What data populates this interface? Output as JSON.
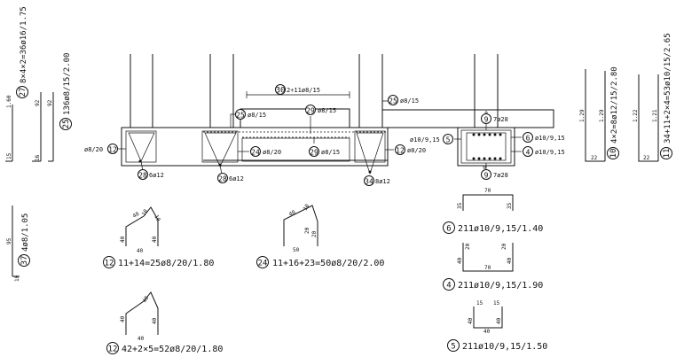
{
  "plan": {
    "top_label_num": "30",
    "top_label_text": "2÷11ø8/15",
    "tag_25a_num": "25",
    "tag_25a_text": "ø8/15",
    "tag_29a_num": "29",
    "tag_29a_text": "ø8/15",
    "tag_25b_num": "25",
    "tag_25b_text": "ø8/15",
    "tag_12a_num": "12",
    "tag_12a_text": "ø8/20",
    "tag_24_num": "24",
    "tag_24_text": "ø8/20",
    "tag_29b_num": "29",
    "tag_29b_text": "ø8/15",
    "tag_12b_num": "12",
    "tag_12b_text": "ø8/20",
    "tag_28a_num": "28",
    "tag_28a_text": "6ø12",
    "tag_28b_num": "28",
    "tag_28b_text": "6ø12",
    "tag_34_num": "34",
    "tag_34_text": "8ø12",
    "tag_9a_num": "9",
    "tag_9a_text": "7ø28",
    "tag_9b_num": "9",
    "tag_9b_text": "7ø28",
    "tag_5_num": "5",
    "tag_5_text": "ø10/9,15",
    "tag_6_num": "6",
    "tag_6_text": "ø10/9,15",
    "tag_4_num": "4",
    "tag_4_text": "ø10/9,15",
    "small_0a": "0",
    "small_0b": "0"
  },
  "vertical_labels": {
    "v27_num": "27",
    "v27_text": "8×4×2=36ø16/1.75",
    "v27_dims": [
      "1.60",
      "15"
    ],
    "v25_num": "25",
    "v25_text": "136ø8/15/2.00",
    "v25_dims": [
      "92",
      "92",
      "16"
    ],
    "v10_num": "10",
    "v10_text": "4×2=8ø12/15/2.80",
    "v10_dims": [
      "1.29",
      "1.29",
      "22"
    ],
    "v11_num": "11",
    "v11_text": "34+11+2×4=53ø10/15/2.65",
    "v11_dims": [
      "1.22",
      "1.21",
      "22"
    ],
    "v37_num": "37",
    "v37_text": "4ø8/1.05",
    "v37_dims": [
      "95",
      "10"
    ]
  },
  "details": {
    "d12a": {
      "num": "12",
      "label": "11+14=25ø8/20/1.80",
      "dims": [
        "40",
        "10",
        "40",
        "10",
        "40"
      ]
    },
    "d24": {
      "num": "24",
      "label": "11+16+23=50ø8/20/2.00",
      "dims": [
        "40",
        "10",
        "20",
        "20",
        "50"
      ]
    },
    "d12b": {
      "num": "12",
      "label": "42+2×5=52ø8/20/1.80",
      "dims": [
        "40",
        "40",
        "40",
        "40"
      ]
    },
    "d6": {
      "num": "6",
      "label": "211ø10/9,15/1.40",
      "dims": [
        "70",
        "35",
        "35"
      ]
    },
    "d4": {
      "num": "4",
      "label": "211ø10/9,15/1.90",
      "dims": [
        "40",
        "20",
        "40",
        "20",
        "70"
      ]
    },
    "d5": {
      "num": "5",
      "label": "211ø10/9,15/1.50",
      "dims": [
        "15",
        "15",
        "40",
        "40",
        "40"
      ]
    }
  }
}
